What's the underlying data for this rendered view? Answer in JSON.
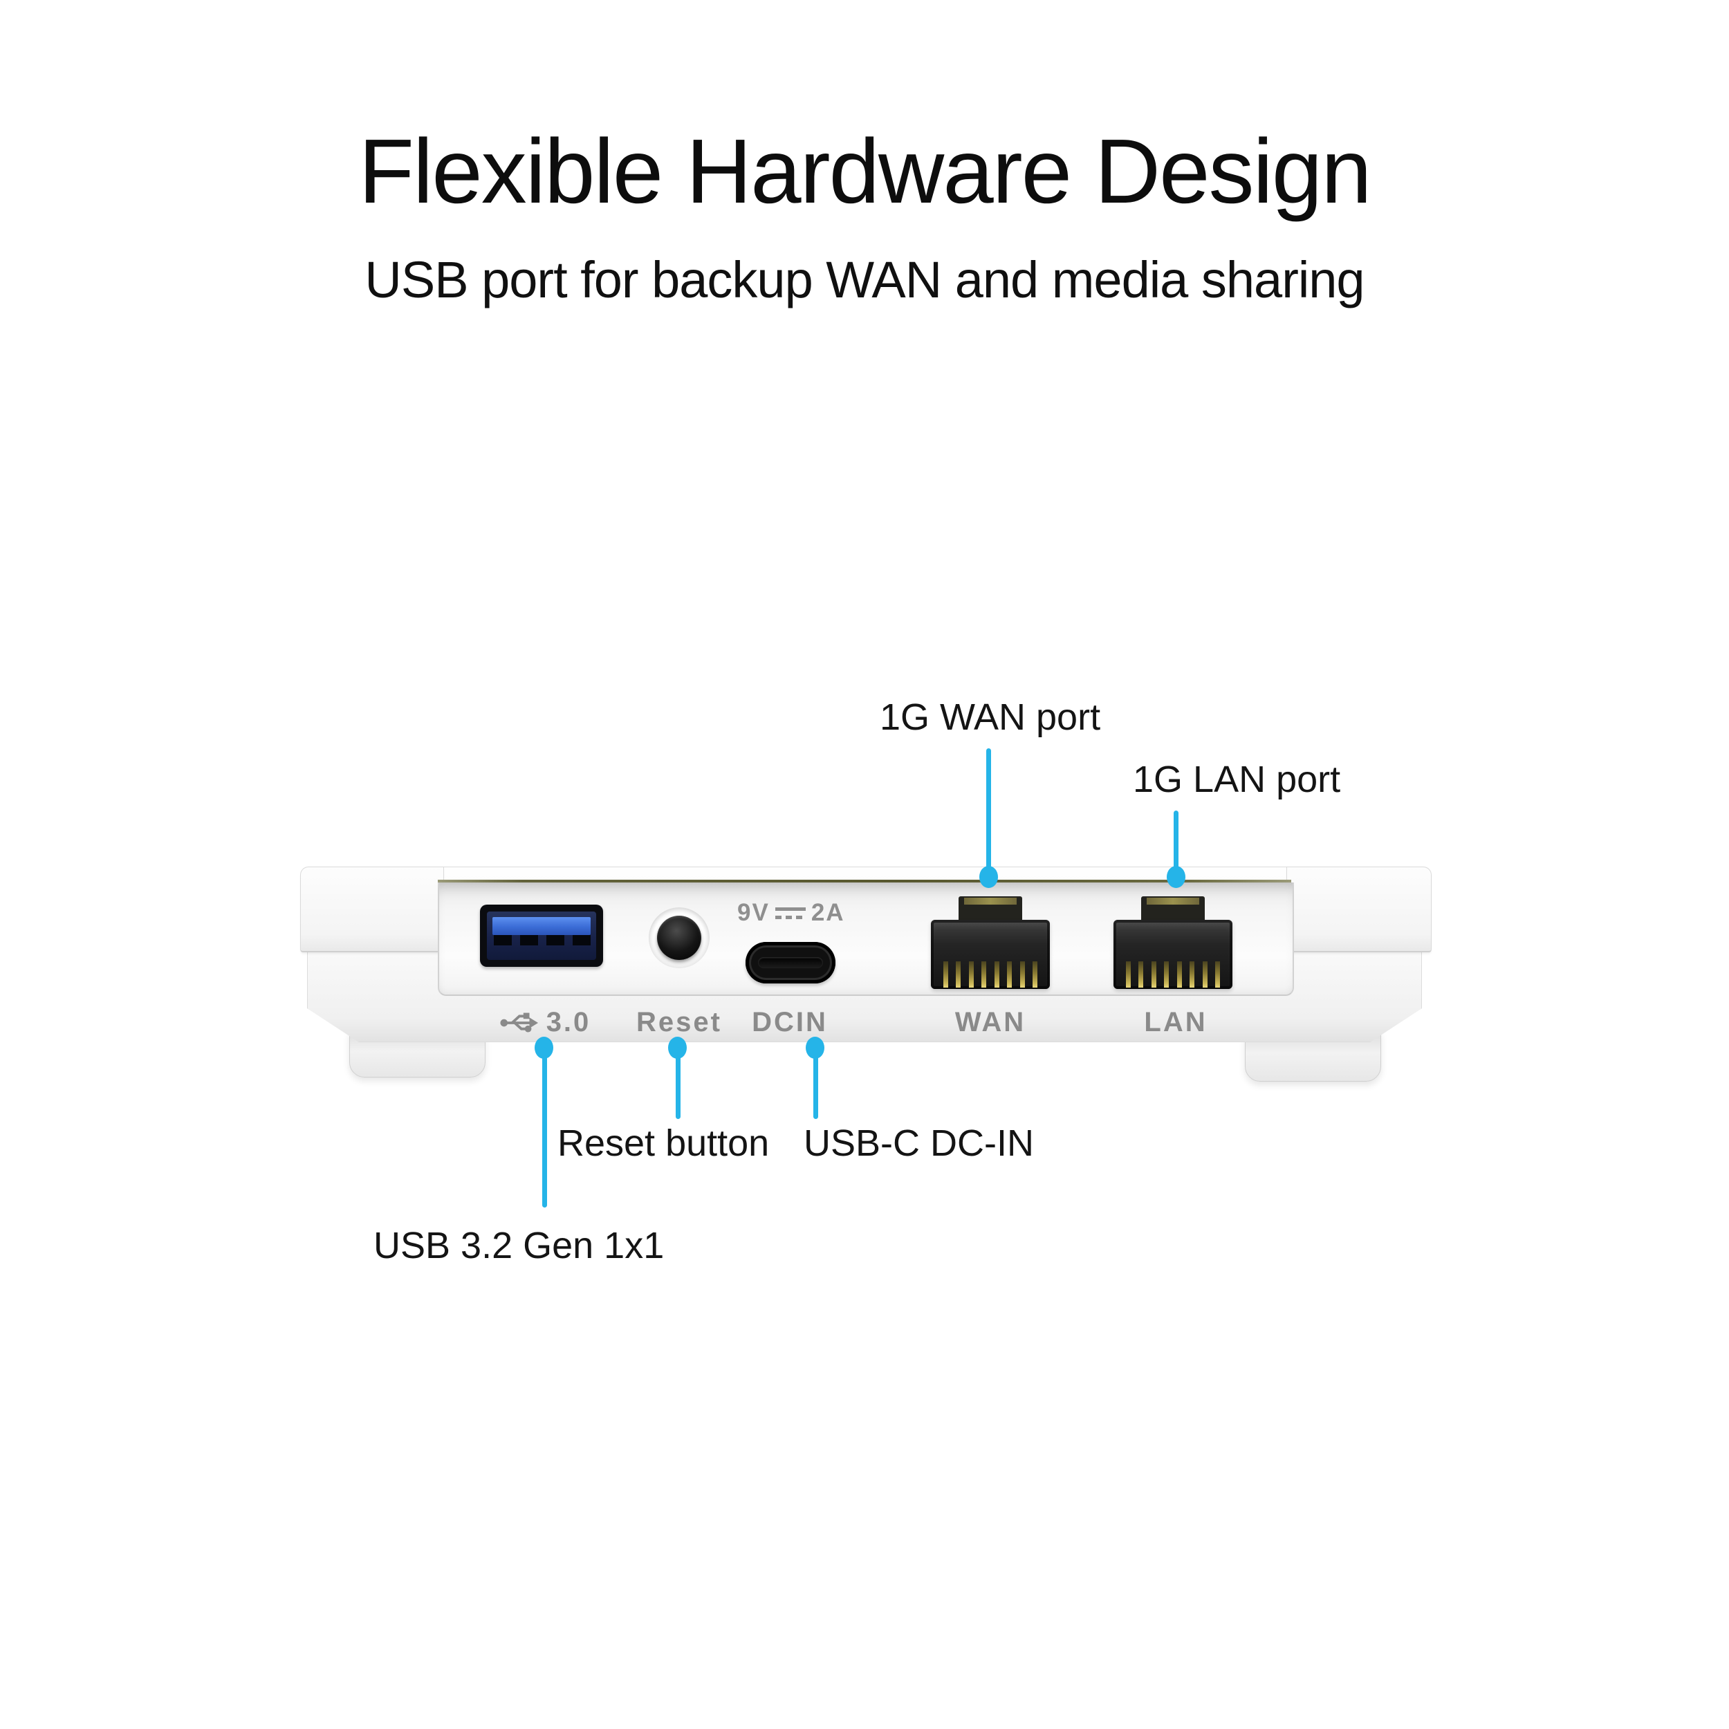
{
  "header": {
    "title": "Flexible Hardware Design",
    "subtitle": "USB port for backup WAN and media sharing"
  },
  "callouts": {
    "wan_port": "1G WAN port",
    "lan_port": "1G LAN port",
    "reset_button": "Reset button",
    "usbc_dcin": "USB-C DC-IN",
    "usb_gen": "USB 3.2 Gen 1x1"
  },
  "device": {
    "power_print": {
      "left": "9V",
      "right": "2A",
      "symbol": "dc-power-icon"
    },
    "port_labels": {
      "usb": "3.0",
      "reset": "Reset",
      "dcin": "DCIN",
      "wan": "WAN",
      "lan": "LAN"
    },
    "icons": {
      "usb": "usb-3-trident-icon"
    }
  },
  "colors": {
    "accent_cyan": "#25b4e8",
    "label_gray": "#8a8a8a",
    "text": "#111111",
    "seam_olive": "#58582f",
    "usb_blue": "#3b6cd6"
  }
}
